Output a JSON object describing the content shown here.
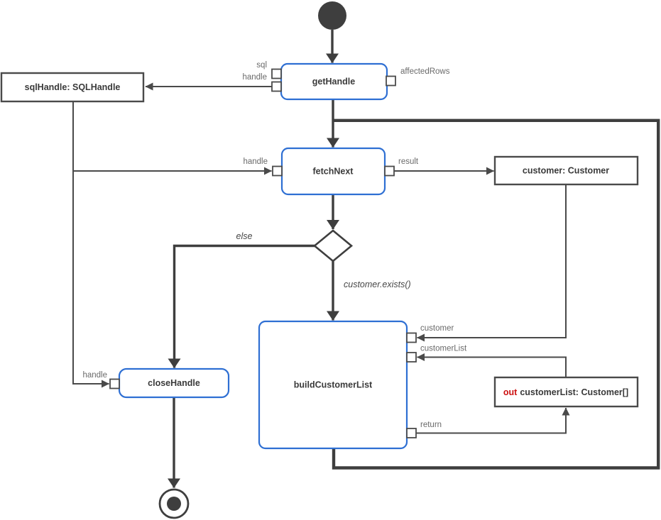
{
  "diagram_type": "uml-activity-diagram",
  "colors": {
    "activity_border": "#2e6fd3",
    "flow_line": "#3e3e3e",
    "object_border": "#4a4a4a",
    "pin_label": "#6a6a6a",
    "out_keyword": "#cc1111"
  },
  "nodes": {
    "getHandle": {
      "label": "getHandle"
    },
    "fetchNext": {
      "label": "fetchNext"
    },
    "buildCustomerList": {
      "label": "buildCustomerList"
    },
    "closeHandle": {
      "label": "closeHandle"
    },
    "sqlHandle": {
      "label": "sqlHandle: SQLHandle"
    },
    "customer": {
      "label": "customer: Customer"
    },
    "customerListOut": {
      "keyword": "out",
      "label": "customerList: Customer[]"
    }
  },
  "pin_labels": {
    "sql": "sql",
    "getHandle_handle": "handle",
    "affectedRows": "affectedRows",
    "fetchNext_handle": "handle",
    "result": "result",
    "customer": "customer",
    "customerList": "customerList",
    "return": "return",
    "closeHandle_handle": "handle"
  },
  "guard_labels": {
    "else": "else",
    "exists": "customer.exists()"
  }
}
